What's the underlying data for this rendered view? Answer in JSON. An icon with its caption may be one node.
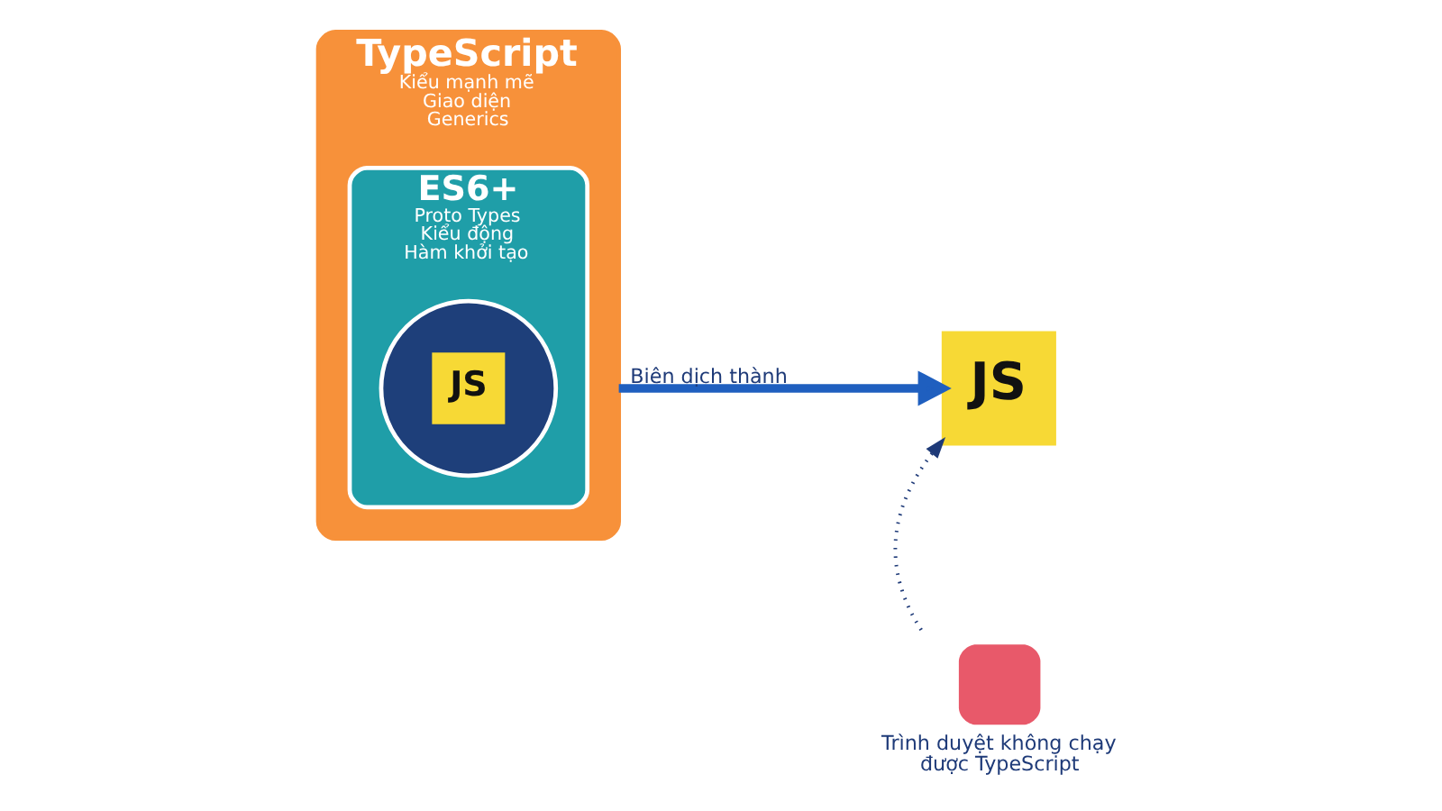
{
  "diagram": {
    "nodes": [
      {
        "text": [
          "TypeScript",
          "Kiểu mạnh mẽ",
          "Giao diện",
          "Generics"
        ]
      },
      {
        "text": [
          "ES6+",
          "Proto Types",
          "Kiểu động",
          "Hàm khởi tạo"
        ],
        "in": 0
      },
      {
        "text": [
          "JS"
        ],
        "in": 1
      },
      {
        "text": [
          "JS"
        ]
      },
      {
        "text": [
          "Trình duyệt không chạy được TypeScript"
        ]
      }
    ],
    "edges": [
      {
        "from": 0,
        "to": 3,
        "arrow": "to",
        "label": "Biên dịch thành",
        "style": "thick",
        "color": "#1f5fbf"
      },
      {
        "from": 4,
        "to": 3,
        "arrow": "to",
        "style": "dashed",
        "color": "#1e3a78"
      }
    ]
  }
}
